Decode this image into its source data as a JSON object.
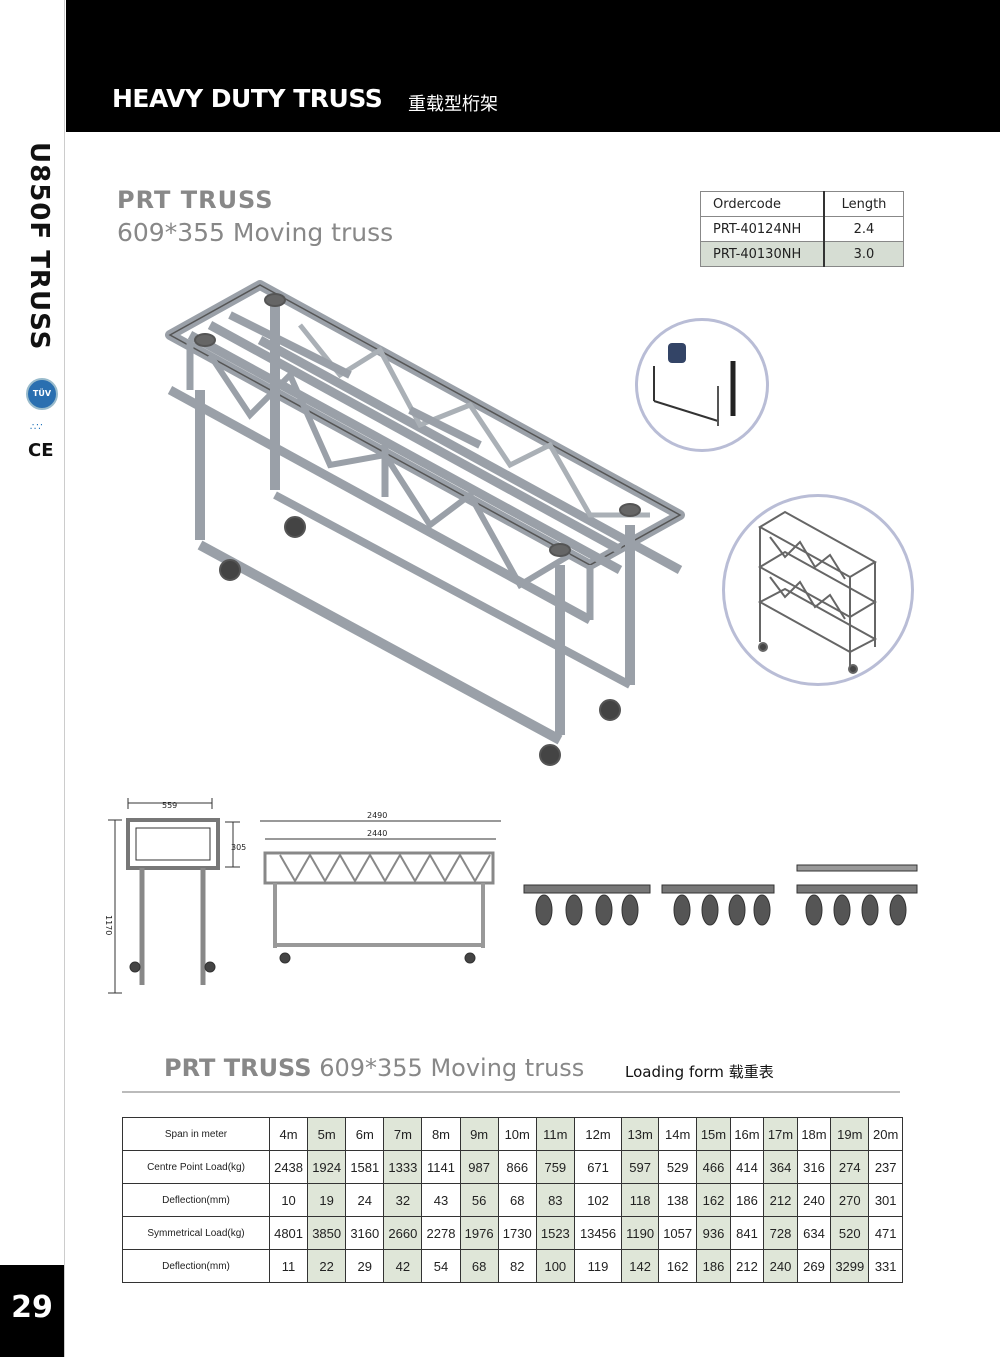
{
  "header": {
    "title": "HEAVY DUTY TRUSS",
    "title_cn": "重载型桁架"
  },
  "sidebar": {
    "series_title": "U850F TRUSS",
    "logo_text": "TÜV",
    "ce_mark": "CE",
    "page_number": "29"
  },
  "product": {
    "name": "PRT  TRUSS",
    "subtitle": "609*355 Moving truss"
  },
  "order_table": {
    "headers": [
      "Ordercode",
      "Length"
    ],
    "rows": [
      [
        "PRT-40124NH",
        "2.4"
      ],
      [
        "PRT-40130NH",
        "3.0"
      ]
    ]
  },
  "dimensions": {
    "width_top": "559",
    "height_side": "305",
    "height_total": "1170",
    "length_outer": "2490",
    "length_inner": "2440"
  },
  "loading": {
    "title_bold": "PRT  TRUSS",
    "title_rest": "609*355 Moving truss",
    "form_label": "Loading form 载重表",
    "row_labels": [
      "Span in meter",
      "Centre Point  Load(kg)",
      "Deflection(mm)",
      "Symmetrical Load(kg)",
      "Deflection(mm)"
    ],
    "spans": [
      "4m",
      "5m",
      "6m",
      "7m",
      "8m",
      "9m",
      "10m",
      "11m",
      "12m",
      "13m",
      "14m",
      "15m",
      "16m",
      "17m",
      "18m",
      "19m",
      "20m"
    ],
    "centre_load": [
      "2438",
      "1924",
      "1581",
      "1333",
      "1141",
      "987",
      "866",
      "759",
      "671",
      "597",
      "529",
      "466",
      "414",
      "364",
      "316",
      "274",
      "237"
    ],
    "deflection_1": [
      "10",
      "19",
      "24",
      "32",
      "43",
      "56",
      "68",
      "83",
      "102",
      "118",
      "138",
      "162",
      "186",
      "212",
      "240",
      "270",
      "301"
    ],
    "sym_load": [
      "4801",
      "3850",
      "3160",
      "2660",
      "2278",
      "1976",
      "1730",
      "1523",
      "13456",
      "1190",
      "1057",
      "936",
      "841",
      "728",
      "634",
      "520",
      "471"
    ],
    "deflection_2": [
      "11",
      "22",
      "29",
      "42",
      "54",
      "68",
      "82",
      "100",
      "119",
      "142",
      "162",
      "186",
      "212",
      "240",
      "269",
      "3299",
      "331"
    ]
  }
}
